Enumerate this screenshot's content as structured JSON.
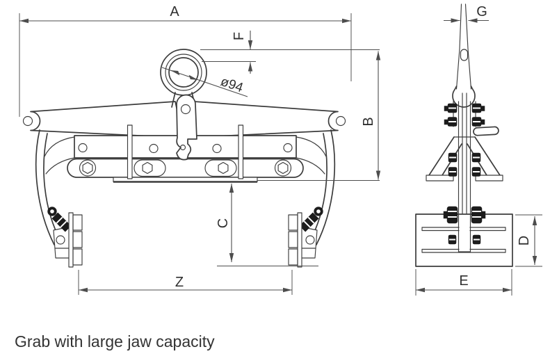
{
  "caption": "Grab with large jaw capacity",
  "labels": {
    "dim_a": "A",
    "dim_b": "B",
    "dim_c": "C",
    "dim_d": "D",
    "dim_e": "E",
    "dim_f": "F",
    "dim_g": "G",
    "dim_z": "Z",
    "diameter": "ø94"
  },
  "colors": {
    "line": "#3c3c3c",
    "dim": "#4d4d4d",
    "text": "#2f2f2f",
    "black_part": "#1c1c1c",
    "background": "#ffffff"
  }
}
